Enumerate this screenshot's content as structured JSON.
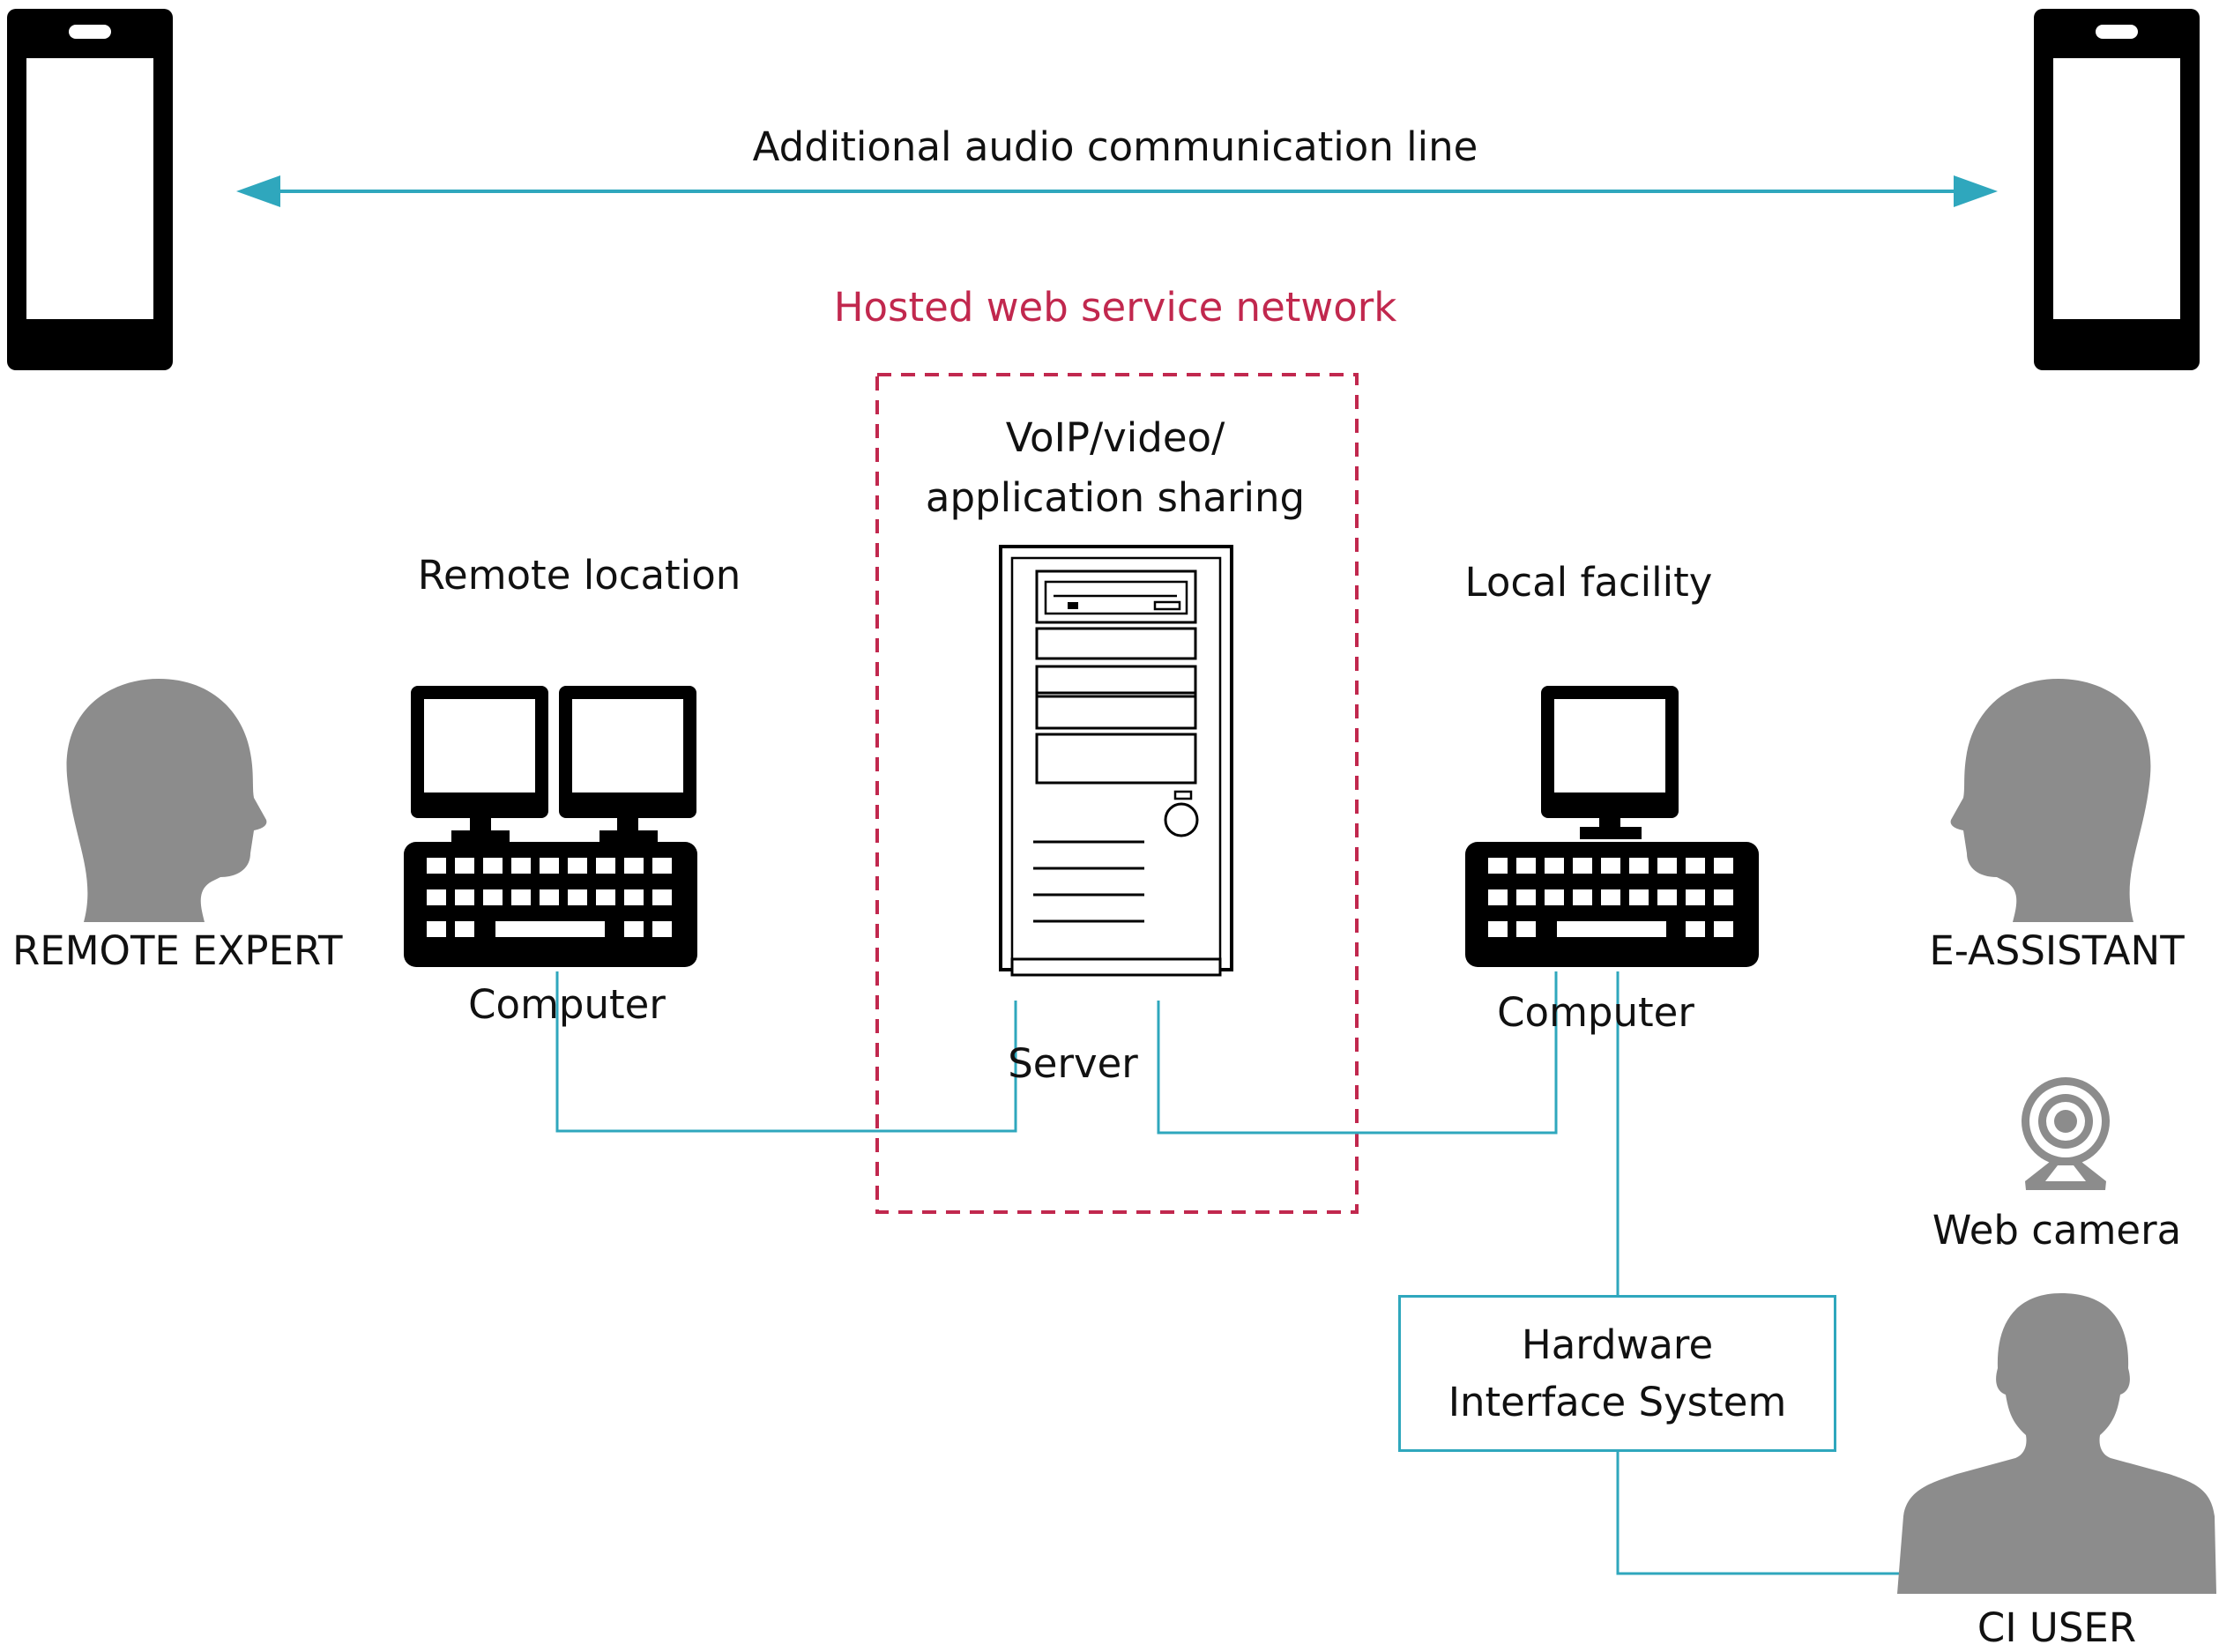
{
  "audio_line_label": "Additional audio communication line",
  "network_label": "Hosted web service network",
  "server": {
    "service_line1": "VoIP/video/",
    "service_line2": "application sharing",
    "label": "Server"
  },
  "remote": {
    "location_label": "Remote location",
    "computer_label": "Computer",
    "person_label": "REMOTE EXPERT"
  },
  "local": {
    "facility_label": "Local facility",
    "computer_label": "Computer",
    "person_label": "E-ASSISTANT"
  },
  "webcam_label": "Web camera",
  "hardware": {
    "line1": "Hardware",
    "line2": "Interface System"
  },
  "ci_user_label": "CI USER",
  "colors": {
    "connector": "#2fa7bd",
    "network_border": "#c1284e",
    "silhouette": "#8c8c8c",
    "device": "#000000"
  },
  "icons": [
    "smartphone-icon",
    "server-tower-icon",
    "dual-monitor-computer-icon",
    "single-monitor-computer-icon",
    "head-silhouette-icon",
    "webcam-icon",
    "person-silhouette-icon"
  ]
}
